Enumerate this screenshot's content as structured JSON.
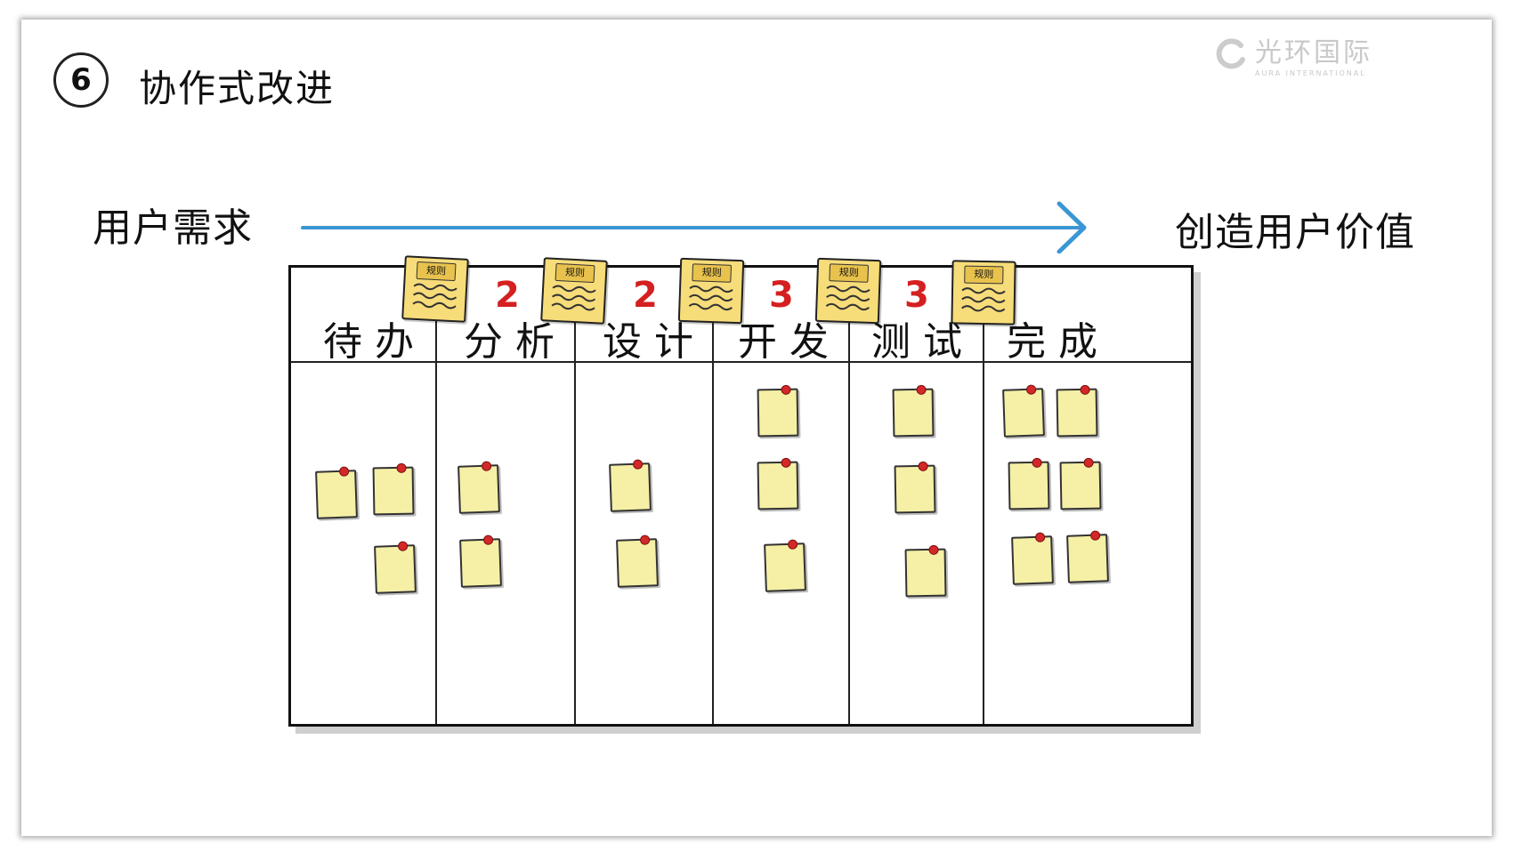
{
  "slide": {
    "step_number": "6",
    "title": "协作式改进"
  },
  "flow": {
    "start_label": "用户需求",
    "end_label": "创造用户价值",
    "arrow_color": "#3a96d4"
  },
  "board": {
    "columns": [
      {
        "title": "待办",
        "wip_limit": "",
        "has_rule": true,
        "cards": 3
      },
      {
        "title": "分析",
        "wip_limit": "2",
        "has_rule": true,
        "cards": 2
      },
      {
        "title": "设计",
        "wip_limit": "2",
        "has_rule": true,
        "cards": 2
      },
      {
        "title": "开发",
        "wip_limit": "3",
        "has_rule": true,
        "cards": 3
      },
      {
        "title": "测试",
        "wip_limit": "3",
        "has_rule": true,
        "cards": 3
      },
      {
        "title": "完成",
        "wip_limit": "",
        "has_rule": false,
        "cards": 6
      }
    ],
    "rule_label": "规则",
    "wip_color": "#d42020",
    "rule_note_color": "#f7dc7a",
    "card_color": "#f6f0a6"
  },
  "logo": {
    "text": "光环国际",
    "subtext": "AURA INTERNATIONAL"
  }
}
